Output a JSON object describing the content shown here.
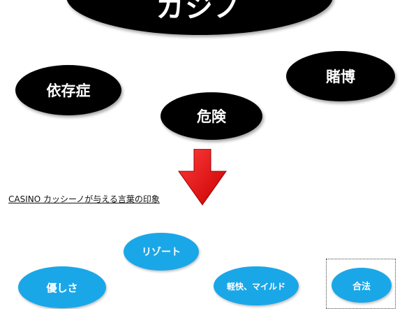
{
  "header": {
    "title": "カジノ"
  },
  "negative_words": {
    "dependence": "依存症",
    "danger": "危険",
    "gambling": "賭博"
  },
  "arrow": {
    "color": "#e60000"
  },
  "section": {
    "heading": "CASINO カッシーノが与える言葉の印象"
  },
  "positive_words": {
    "resort": "リゾート",
    "gentleness": "優しさ",
    "light_mild": "軽快、マイルド",
    "legal": "合法"
  },
  "colors": {
    "negative_fill": "#000000",
    "positive_fill": "#1aa7e8",
    "text": "#ffffff"
  }
}
